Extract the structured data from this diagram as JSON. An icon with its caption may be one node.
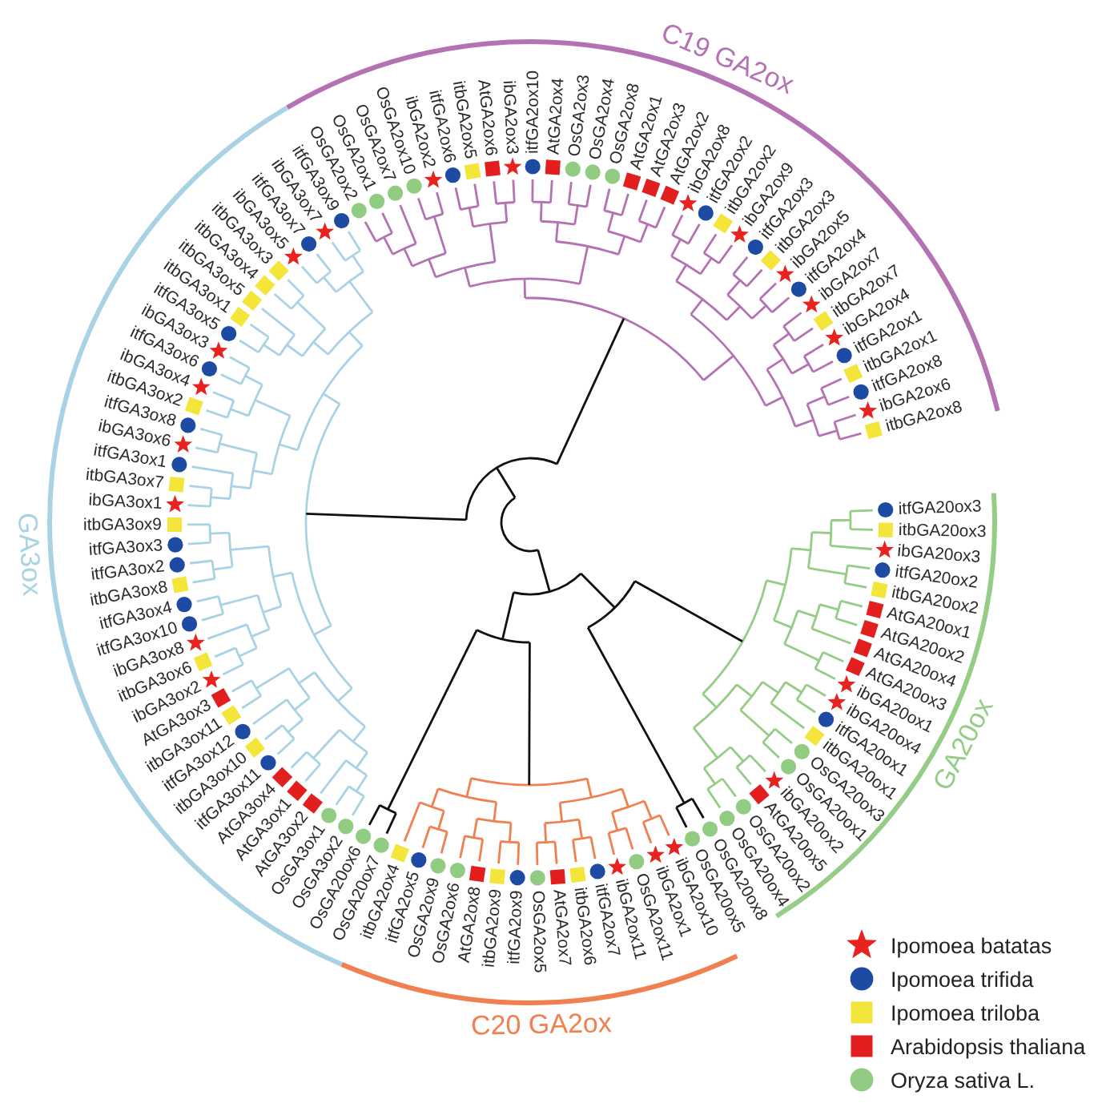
{
  "diagram": {
    "labels": [
      "ibGA3ox1",
      "itbGA3ox7",
      "itfGA3ox1",
      "ibGA3ox6",
      "itfGA3ox8",
      "itbGA3ox2",
      "ibGA3ox4",
      "itfGA3ox6",
      "ibGA3ox3",
      "itfGA3ox5",
      "itbGA3ox1",
      "itbGA3ox5",
      "itbGA3ox4",
      "itbGA3ox3",
      "ibGA3ox5",
      "itfGA3ox7",
      "ibGA3ox7",
      "itfGA3ox9",
      "OsGA2ox2",
      "OsGA2ox1",
      "OsGA2ox7",
      "OsGA2ox10",
      "ibGA2ox2",
      "itfGA2ox6",
      "itbGA2ox5",
      "AtGA2ox6",
      "ibGA2ox3",
      "itfGA2ox10",
      "AtGA2ox4",
      "OsGA2ox3",
      "OsGA2ox4",
      "OsGA2ox8",
      "AtGA2ox1",
      "AtGA2ox3",
      "AtGA2ox2",
      "ibGA2ox8",
      "itfGA2ox2",
      "itbGA2ox2",
      "ibGA2ox9",
      "itfGA2ox3",
      "itbGA2ox3",
      "ibGA2ox5",
      "itfGA2ox4",
      "ibGA2ox7",
      "itbGA2ox7",
      "ibGA2ox4",
      "itfGA2ox1",
      "itbGA2ox1",
      "itfGA2ox8",
      "ibGA2ox6",
      "itbGA2ox8",
      "itbGA3ox9",
      "itfGA3ox3",
      "itfGA3ox2",
      "itbGA3ox8",
      "itfGA3ox4",
      "itfGA3ox10",
      "ibGA3ox8",
      "itbGA3ox6",
      "ibGA3ox2",
      "AtGA3ox3",
      "itbGA3ox11",
      "itfGA3ox12",
      "itbGA3ox10",
      "itfGA3ox11",
      "AtGA3ox4",
      "AtGA3ox1",
      "AtGA3ox2",
      "OsGA3ox1",
      "OsGA3ox2",
      "OsGA20ox6",
      "OsGA20ox7",
      "itbGA2ox4",
      "itfGA2ox5",
      "OsGA2ox9",
      "OsGA2ox6",
      "AtGA2ox8",
      "itbGA2ox9",
      "itfGA2ox9",
      "OsGA2ox5",
      "AtGA2ox7",
      "itbGA2ox6",
      "itfGA2ox7",
      "ibGA2ox11",
      "OsGA2ox11",
      "ibGA2ox1",
      "ibGA2ox10",
      "OsGA20ox5",
      "OsGA20ox8",
      "OsGA20ox4",
      "OsGA20ox2",
      "AtGA20ox5",
      "ibGA20ox2",
      "OsGA20ox1",
      "OsGA20ox3",
      "itbGA20ox1",
      "itfGA20ox1",
      "ibGA20ox4",
      "ibGA20ox1",
      "AtGA20ox3",
      "AtGA20ox4",
      "AtGA20ox2",
      "AtGA20ox1",
      "itbGA20ox2",
      "itfGA20ox2",
      "ibGA20ox3",
      "itbGA20ox3",
      "itfGA20ox3",
      "C19 GA2ox",
      "GA3ox",
      "GA20ox",
      "C20 GA2ox"
    ],
    "legend": [
      {
        "text": "Ipomoea batatas",
        "color": "#e8231f"
      },
      {
        "text": "Ipomoea trifida",
        "color": "#1d4aa2"
      },
      {
        "text": "Ipomoea triloba",
        "color": "#f3e53a"
      },
      {
        "text": "Arabidopsis thaliana",
        "color": "#e21e1e"
      },
      {
        "text": "Oryza sativa L.",
        "color": "#92cc82"
      }
    ]
  }
}
